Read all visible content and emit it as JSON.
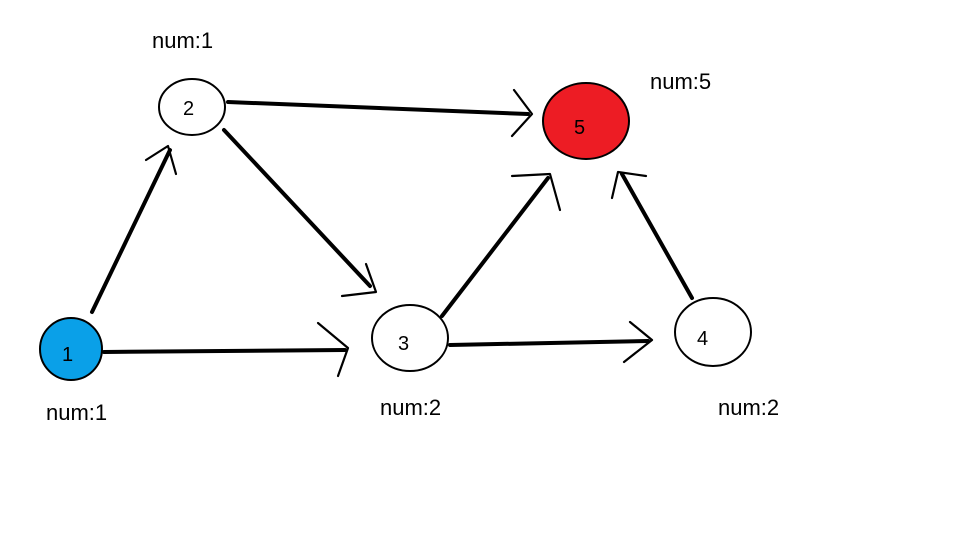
{
  "nodes": [
    {
      "id": "1",
      "label": "1",
      "fill": "#0aa0e8"
    },
    {
      "id": "2",
      "label": "2",
      "fill": "#ffffff"
    },
    {
      "id": "3",
      "label": "3",
      "fill": "#ffffff"
    },
    {
      "id": "4",
      "label": "4",
      "fill": "#ffffff"
    },
    {
      "id": "5",
      "label": "5",
      "fill": "#ed1c24"
    }
  ],
  "edges": [
    {
      "from": "1",
      "to": "2"
    },
    {
      "from": "1",
      "to": "3"
    },
    {
      "from": "2",
      "to": "5"
    },
    {
      "from": "2",
      "to": "3"
    },
    {
      "from": "3",
      "to": "5"
    },
    {
      "from": "3",
      "to": "4"
    },
    {
      "from": "4",
      "to": "5"
    }
  ],
  "num_labels": {
    "n1": "num:1",
    "n2": "num:1",
    "n3": "num:2",
    "n4": "num:2",
    "n5": "num:5"
  },
  "colors": {
    "start_node": "#0aa0e8",
    "end_node": "#ed1c24",
    "stroke": "#000000"
  }
}
